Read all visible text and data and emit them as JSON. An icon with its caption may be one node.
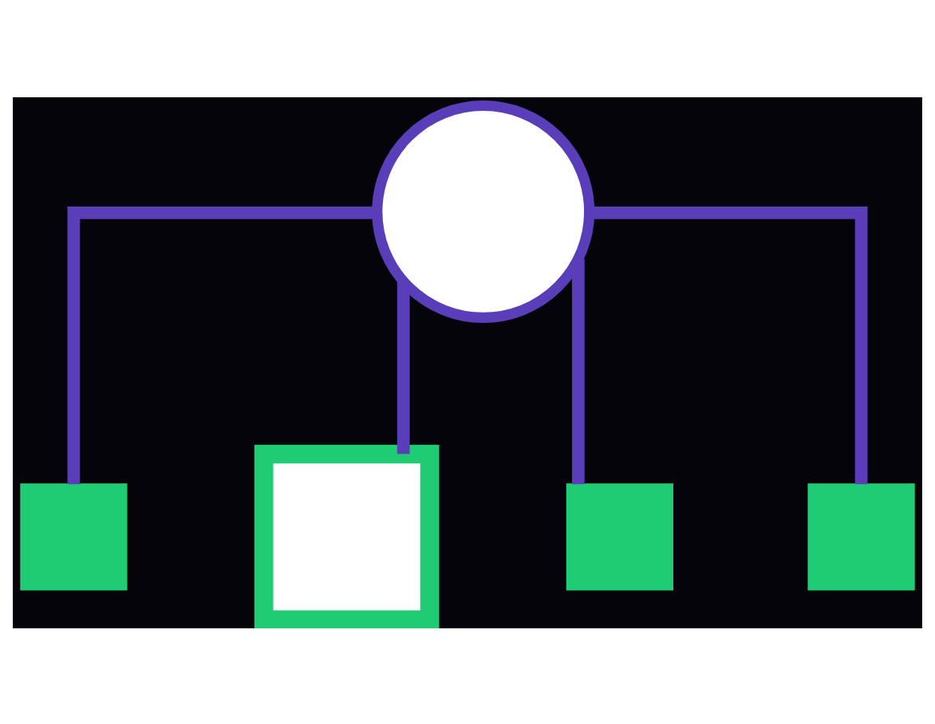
{
  "diagram": {
    "nodes": [
      {
        "text": [],
        "shape": "circle"
      },
      {
        "text": [],
        "shape": "box"
      },
      {
        "text": [],
        "shape": "box"
      },
      {
        "text": [],
        "shape": "box"
      },
      {
        "text": [],
        "shape": "box"
      }
    ],
    "edges": [
      {
        "from": 0,
        "to": 1,
        "arrow": "none"
      },
      {
        "from": 0,
        "to": 2,
        "arrow": "none"
      },
      {
        "from": 0,
        "to": 3,
        "arrow": "none"
      },
      {
        "from": 0,
        "to": 4,
        "arrow": "none"
      }
    ]
  }
}
